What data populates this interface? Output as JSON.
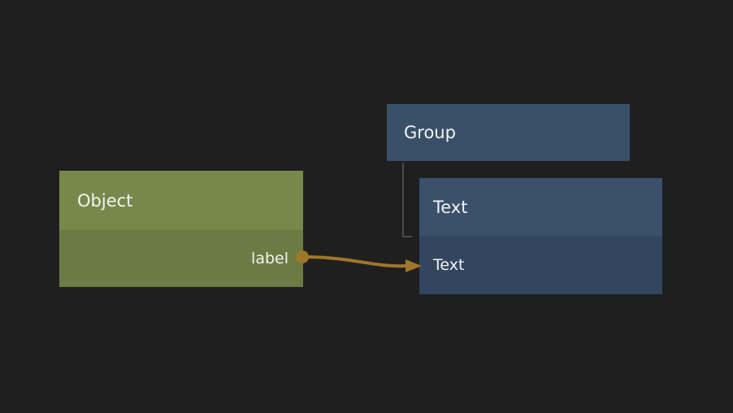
{
  "canvas": {
    "background_color": "#1f1f1f"
  },
  "nodes": {
    "object": {
      "title": "Object",
      "output_port_label": "label",
      "header_color": "#77894a",
      "body_color": "#6c7b43"
    },
    "group": {
      "title": "Group",
      "color": "#3a5069"
    },
    "text": {
      "title": "Text",
      "row_label": "Text",
      "header_color": "#3a506b",
      "body_color": "#32475f"
    }
  },
  "edges": {
    "connection": {
      "color": "#9f772b"
    },
    "hierarchy": {
      "color": "#4b4b4b"
    }
  },
  "text_color": "#f3f3f3"
}
